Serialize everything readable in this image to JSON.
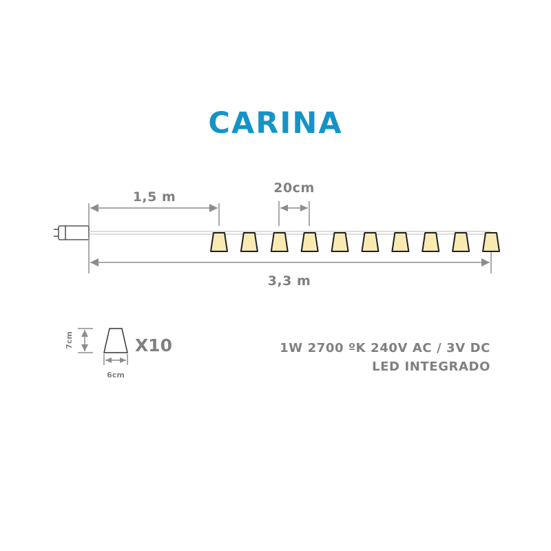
{
  "title": "CARINA",
  "dimensions": {
    "lead_cable": "1,5 m",
    "spacing": "20cm",
    "total_length": "3,3 m",
    "lamp_height": "7cm",
    "lamp_width": "6cm"
  },
  "lamp_quantity": "X10",
  "lamp_count": 10,
  "specs": {
    "line1": "1W 2700 ºK 240V AC / 3V DC",
    "line2": "LED INTEGRADO"
  },
  "colors": {
    "title": "#1693c6",
    "text": "#808080",
    "line": "#8c8c8c",
    "lamp_fill": "#f8eab2",
    "lamp_stroke": "#1e1e1e"
  }
}
